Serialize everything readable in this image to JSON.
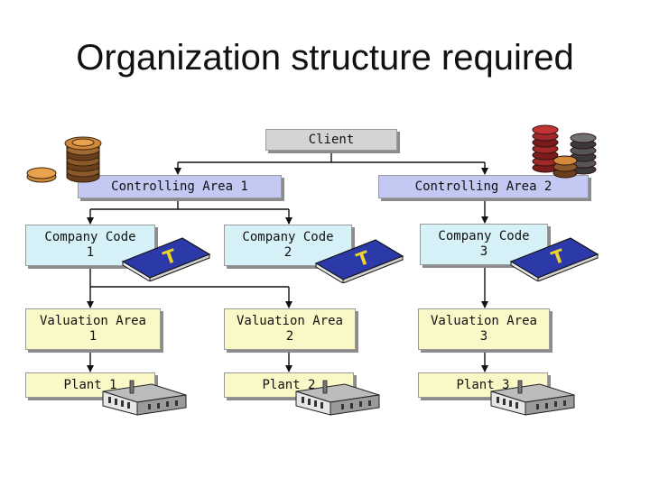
{
  "title": "Organization structure required",
  "nodes": {
    "client": "Client",
    "ca1": "Controlling Area 1",
    "ca2": "Controlling Area 2",
    "cc1": "Company Code\n1",
    "cc2": "Company Code\n2",
    "cc3": "Company Code\n3",
    "va1": "Valuation Area\n1",
    "va2": "Valuation Area\n2",
    "va3": "Valuation Area\n3",
    "p1": "Plant 1",
    "p2": "Plant 2",
    "p3": "Plant 3"
  },
  "book_letter": "T",
  "colors": {
    "client": "#d4d4d4",
    "controlling_area": "#c3c9f2",
    "company_code": "#d6f1f8",
    "valuation_plant": "#fbf8c8",
    "book": "#2b3aa8",
    "book_letter": "#f0d428"
  }
}
